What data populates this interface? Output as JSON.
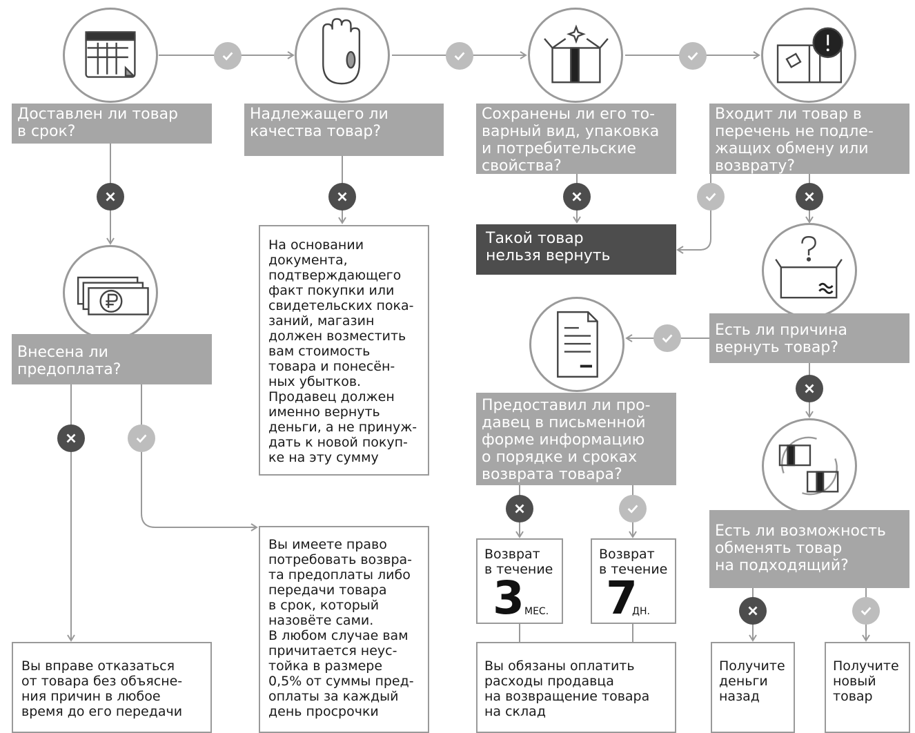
{
  "questions": {
    "q1": "Доставлен ли товар\nв срок?",
    "q2": "Надлежащего ли\nкачества товар?",
    "q3": "Сохранены ли его то-\nварный вид, упаковка\nи потребительские\nсвойства?",
    "q4": "Входит ли товар в\nперечень не подле-\nжащих обмену или\nвозврату?",
    "q5": "Внесена ли\nпредоплата?",
    "q6": "Есть ли причина\nвернуть товар?",
    "q7": "Предоставил ли про-\nдавец в письменной\nформе информацию\nо порядке и сроках\nвозврата товара?",
    "q8": "Есть ли возможность\nобменять товар\nна подходящий?"
  },
  "cannot_return": "Такой товар\nнельзя вернуть",
  "boxes": {
    "quality_text": "На основании\nдокумента,\nподтверждающего\nфакт покупки или\nсвидетельских пока-\nзаний, магазин\nдолжен возместить\nвам стоимость\nтовара и понесён-\nных убытков.\nПродавец должен\nименно вернуть\nденьги, а не принуж-\nдать к новой покуп-\nке на эту сумму",
    "prepay_text": "Вы имеете право\nпотребовать возвра-\nта предоплаты либо\nпередачи товара\nв срок, который\nназовёте сами.\nВ любом случае вам\nпричитается неус-\nтойка в размере\n0,5% от суммы пред-\nоплаты за каждый\nдень просрочки",
    "refuse_text": "Вы вправе отказаться\nот товара без объясне-\nния причин в любое\nвремя до его передачи",
    "costs_text": "Вы обязаны оплатить\nрасходы продавца\nна возвращение товара\nна склад",
    "money_back": "Получите\nденьги\nназад",
    "new_item": "Получите\nновый\nтовар"
  },
  "terms": {
    "label": "Возврат\nв течение",
    "months_value": "3",
    "months_unit": "МЕС.",
    "days_value": "7",
    "days_unit": "ДН."
  },
  "icons": [
    "calendar-icon",
    "hand-icon",
    "open-box-icon",
    "boxes-warning-icon",
    "money-ruble-icon",
    "document-icon",
    "box-question-icon",
    "exchange-icon"
  ],
  "colors": {
    "question_bg": "#a6a6a6",
    "dark_bg": "#4d4d4d",
    "no_badge": "#4d4d4d",
    "yes_badge": "#bdbdbd",
    "line": "#999999"
  }
}
